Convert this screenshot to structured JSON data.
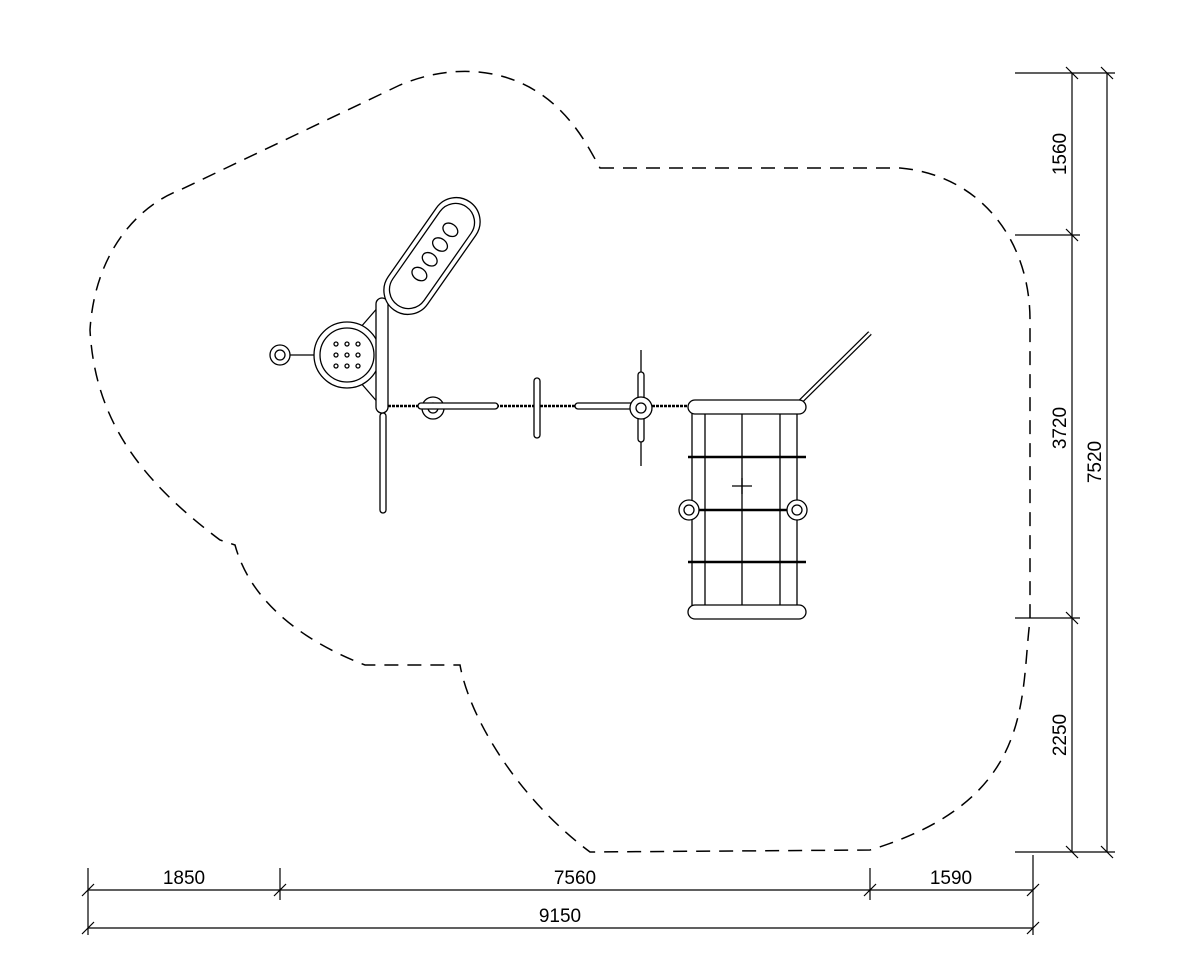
{
  "dimensions": {
    "horizontal": {
      "segment_1": "1850",
      "segment_2": "7560",
      "segment_3": "1590",
      "total": "9150"
    },
    "vertical": {
      "segment_1": "1560",
      "segment_2": "3720",
      "segment_3": "2250",
      "total": "7520"
    }
  },
  "colors": {
    "line": "#000000",
    "background": "#ffffff"
  }
}
